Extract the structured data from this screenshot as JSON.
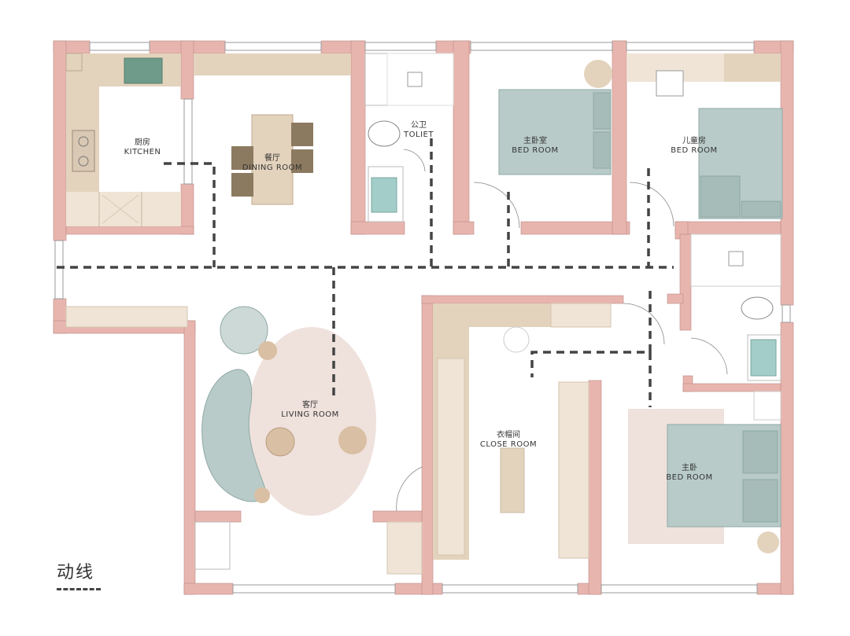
{
  "colors": {
    "wall": "#e8b5ae",
    "wall_edge": "#b88a84",
    "floor": "#ffffff",
    "cabinet": "#e3d3bd",
    "cabinet_light": "#efe4d6",
    "bed": "#b8cbc8",
    "rug": "#efe1dc",
    "wood": "#8c7a60",
    "accent_green": "#6f9c8a",
    "circulation": "#444444"
  },
  "rooms": {
    "kitchen": {
      "zh": "厨房",
      "en": "KITCHEN"
    },
    "dining": {
      "zh": "餐厅",
      "en": "DINING ROOM"
    },
    "toilet": {
      "zh": "公卫",
      "en": "TOLIET"
    },
    "master_bedroom_top": {
      "zh": "主卧室",
      "en": "BED ROOM"
    },
    "kids_room": {
      "zh": "儿童房",
      "en": "BED ROOM"
    },
    "living": {
      "zh": "客厅",
      "en": "LIVING ROOM"
    },
    "closet": {
      "zh": "衣帽间",
      "en": "CLOSE ROOM"
    },
    "master_bedroom": {
      "zh": "主卧",
      "en": "BED ROOM"
    }
  },
  "legend": {
    "label": "动线"
  }
}
